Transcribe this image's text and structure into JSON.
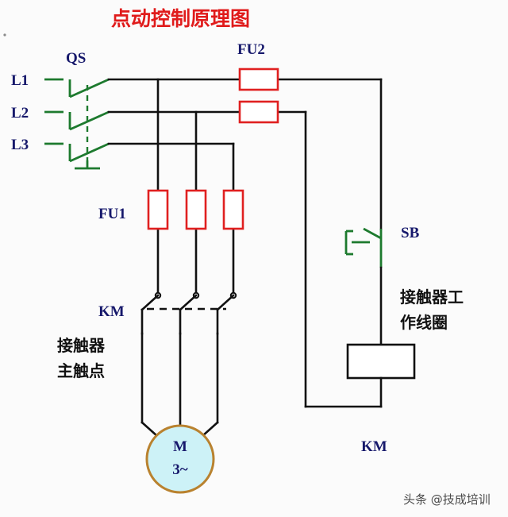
{
  "diagram": {
    "title": "点动控制原理图",
    "type": "electrical-schematic",
    "description": "Jog (inching) control circuit schematic with three-phase motor",
    "background_color": "#fbfbfb",
    "title_color": "#e01b1b",
    "label_color": "#16186b",
    "wire_color": "#111111",
    "switch_color": "#1d7a2e",
    "fuse_color": "#e02020",
    "motor_fill": "#cdf2f7",
    "motor_stroke": "#b9822f"
  },
  "phase_labels": {
    "l1": "L1",
    "l2": "L2",
    "l3": "L3"
  },
  "components": {
    "qs": {
      "label": "QS",
      "name": "isolating-switch",
      "poles": 3
    },
    "fu2": {
      "label": "FU2",
      "name": "control-circuit-fuses",
      "count": 2
    },
    "fu1": {
      "label": "FU1",
      "name": "main-circuit-fuses",
      "count": 3
    },
    "km_contacts": {
      "label": "KM",
      "name": "contactor-main-contacts",
      "poles": 3,
      "annotation_line1": "接触器",
      "annotation_line2": "主触点"
    },
    "sb": {
      "label": "SB",
      "name": "push-button"
    },
    "km_coil": {
      "label": "KM",
      "name": "contactor-coil",
      "annotation_line1": "接触器工",
      "annotation_line2": "作线圈"
    },
    "motor": {
      "symbol": "M",
      "phase_note": "3~",
      "name": "three-phase-motor"
    }
  },
  "watermark": {
    "text": "头条 @技成培训"
  }
}
